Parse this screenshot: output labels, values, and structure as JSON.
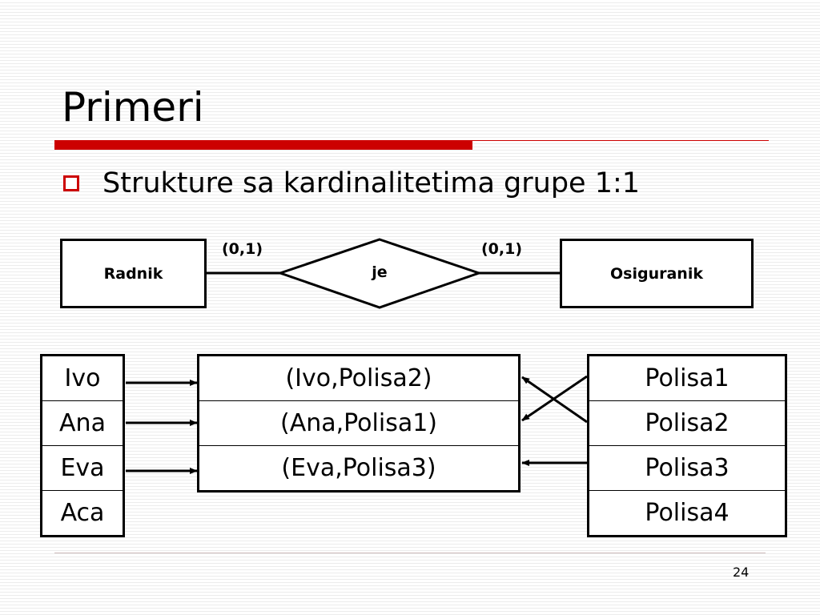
{
  "slide": {
    "title": "Primeri",
    "bullet": "Strukture sa kardinalitetima grupe 1:1",
    "page_number": "24"
  },
  "er": {
    "left_entity": "Radnik",
    "relationship": "je",
    "right_entity": "Osiguranik",
    "left_cardinality": "(0,1)",
    "right_cardinality": "(0,1)"
  },
  "tables": {
    "radnici": [
      "Ivo",
      "Ana",
      "Eva",
      "Aca"
    ],
    "pairs": [
      "(Ivo,Polisa2)",
      "(Ana,Polisa1)",
      "(Eva,Polisa3)"
    ],
    "polise": [
      "Polisa1",
      "Polisa2",
      "Polisa3",
      "Polisa4"
    ]
  },
  "colors": {
    "accent": "#cc0000"
  }
}
